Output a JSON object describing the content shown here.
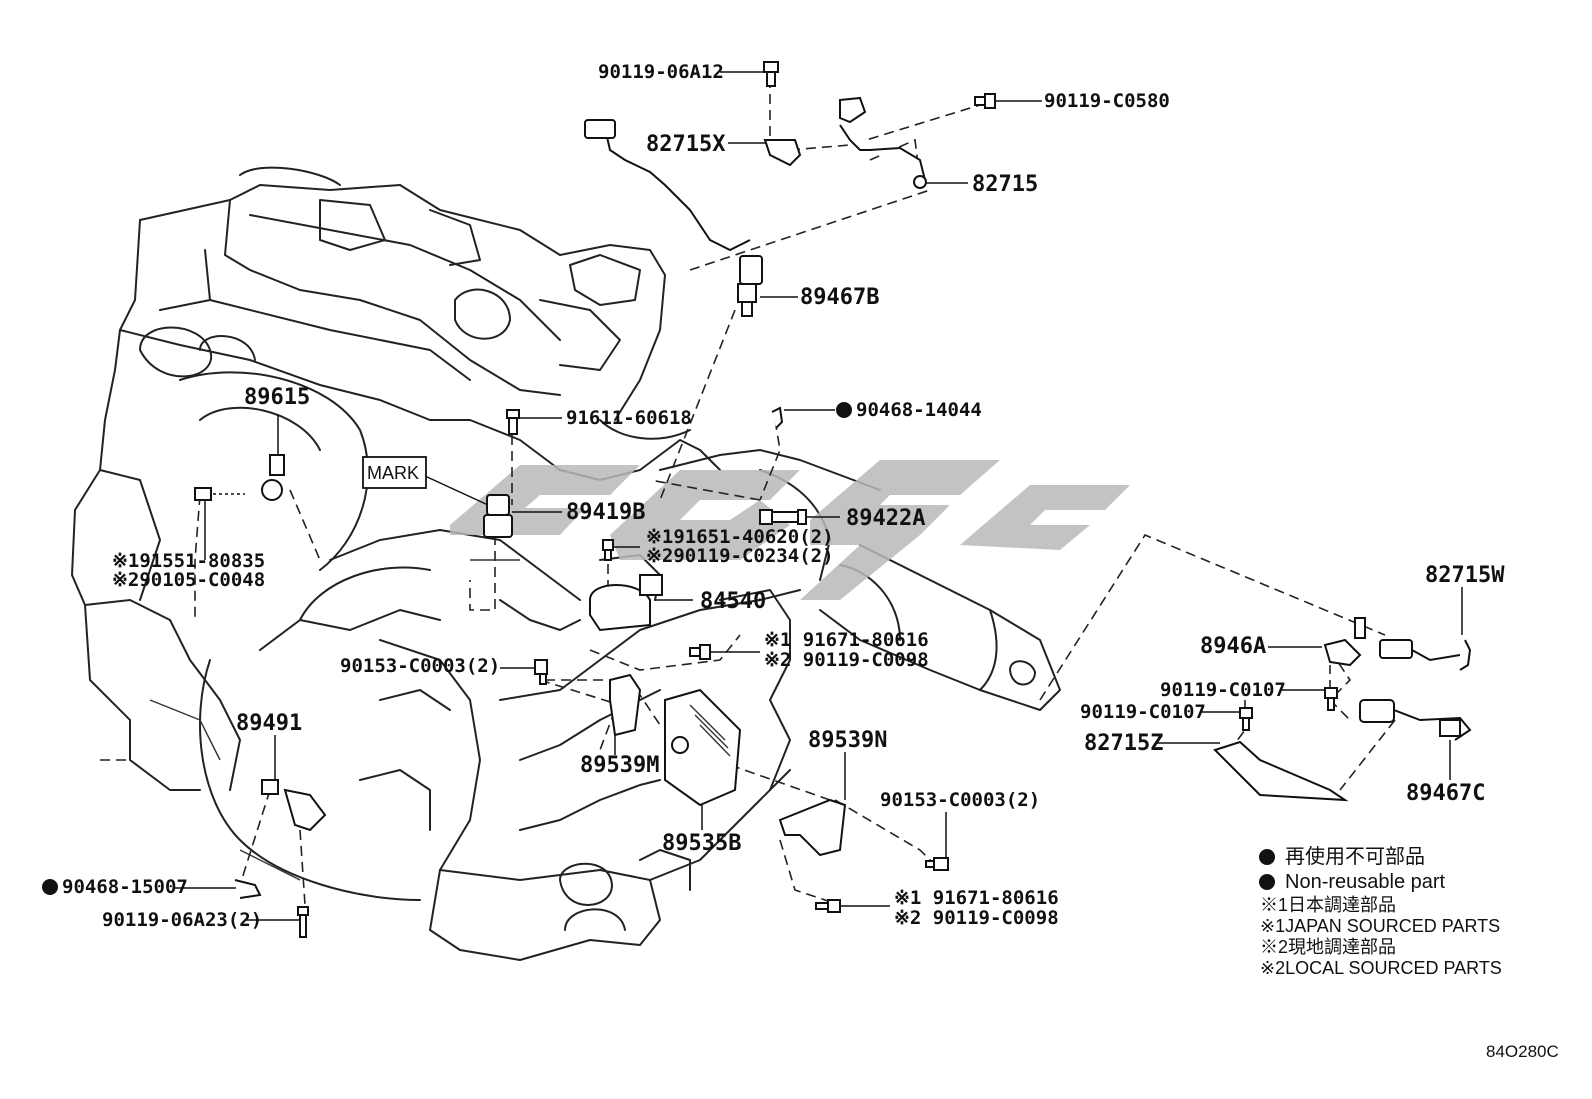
{
  "labels": {
    "p_90119_06A12": "90119-06A12",
    "p_90119_C0580": "90119-C0580",
    "p_82715X": "82715X",
    "p_82715": "82715",
    "p_89467B": "89467B",
    "p_89615": "89615",
    "p_91611_60618": "91611-60618",
    "p_90468_14044": "90468-14044",
    "p_mark": "MARK",
    "p_89419B": "89419B",
    "p_89422A": "89422A",
    "p_91551_80835": "※191551-80835",
    "p_90105_C0048": "※290105-C0048",
    "p_91651_40620": "※191651-40620(2)",
    "p_90119_C0234": "※290119-C0234(2)",
    "p_84540": "84540",
    "p_82715W": "82715W",
    "p_91671_80616_a": "※1 91671-80616",
    "p_90119_C0098_a": "※2 90119-C0098",
    "p_90153_C0003_a": "90153-C0003(2)",
    "p_8946A": "8946A",
    "p_90119_C0107_a": "90119-C0107",
    "p_90119_C0107_b": "90119-C0107",
    "p_82715Z": "82715Z",
    "p_89491": "89491",
    "p_89539M": "89539M",
    "p_89539N": "89539N",
    "p_89467C": "89467C",
    "p_90153_C0003_b": "90153-C0003(2)",
    "p_89535B": "89535B",
    "p_90468_15007": "90468-15007",
    "p_90119_06A23": "90119-06A23(2)",
    "p_91671_80616_b": "※1 91671-80616",
    "p_90119_C0098_b": "※2 90119-C0098"
  },
  "legend": {
    "non_reusable_jp": "再使用不可部品",
    "non_reusable_en": "Non-reusable part",
    "japan_sourced_jp": "※1日本調達部品",
    "japan_sourced_en": "※1JAPAN SOURCED PARTS",
    "local_sourced_jp": "※2現地調達部品",
    "local_sourced_en": "※2LOCAL SOURCED PARTS"
  },
  "diagram_code": "84O280C",
  "colors": {
    "ink": "#111111",
    "watermark": "#b9b9b9"
  }
}
